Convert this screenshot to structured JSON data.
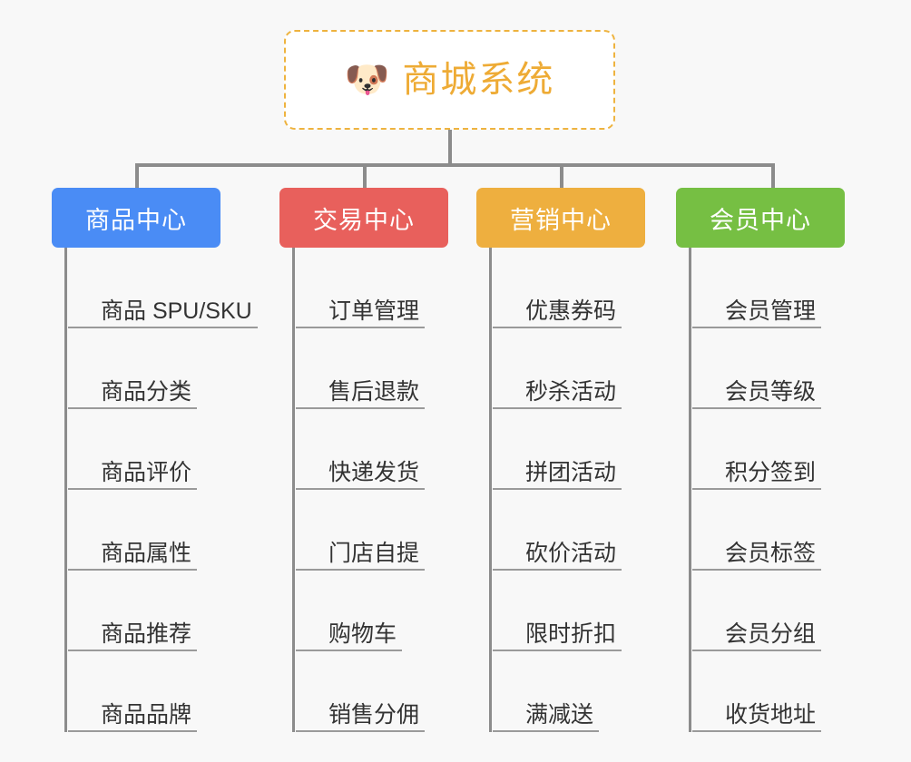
{
  "background_color": "#f8f8f8",
  "root": {
    "icon": "dog-face-emoji",
    "emoji": "🐶",
    "title": "商城系统",
    "text_color": "#eeab35",
    "border_color": "#eeb33f"
  },
  "columns": [
    {
      "header": "商品中心",
      "color": "#4a8cf5",
      "leaves": [
        "商品 SPU/SKU",
        "商品分类",
        "商品评价",
        "商品属性",
        "商品推荐",
        "商品品牌"
      ]
    },
    {
      "header": "交易中心",
      "color": "#e8605c",
      "leaves": [
        "订单管理",
        "售后退款",
        "快递发货",
        "门店自提",
        "购物车",
        "销售分佣"
      ]
    },
    {
      "header": "营销中心",
      "color": "#eeaf3f",
      "leaves": [
        "优惠券码",
        "秒杀活动",
        "拼团活动",
        "砍价活动",
        "限时折扣",
        "满减送"
      ]
    },
    {
      "header": "会员中心",
      "color": "#76bf43",
      "leaves": [
        "会员管理",
        "会员等级",
        "积分签到",
        "会员标签",
        "会员分组",
        "收货地址"
      ]
    }
  ]
}
